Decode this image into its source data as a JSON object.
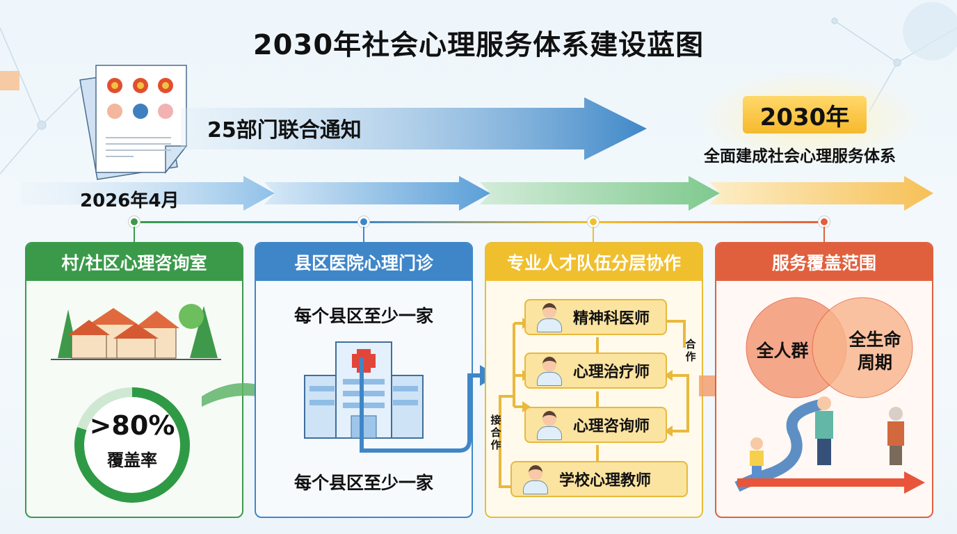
{
  "title": "2030年社会心理服务体系建设蓝图",
  "notice": {
    "label": "25部门联合通知"
  },
  "start_date": "2026年4月",
  "goal": {
    "year": "2030年",
    "text": "全面建成社会心理服务体系"
  },
  "colors": {
    "green": "#3a9a4a",
    "blue": "#3f86c8",
    "yellow": "#f0bf2e",
    "red": "#e0603e"
  },
  "cards": [
    {
      "title": "村/社区心理咨询室",
      "stat": ">80%",
      "stat_label": "覆盖率",
      "coverage_percent": 80
    },
    {
      "title": "县区医院心理门诊",
      "line1": "每个县区至少一家",
      "line2": "每个县区至少一家"
    },
    {
      "title": "专业人才队伍分层协作",
      "roles": [
        "精神科医师",
        "心理治疗师",
        "心理咨询师",
        "学校心理教师"
      ],
      "left_label": "接合作",
      "right_label": "合作"
    },
    {
      "title": "服务覆盖范围",
      "circle_a": "全人群",
      "circle_b": "全生命周期"
    }
  ]
}
